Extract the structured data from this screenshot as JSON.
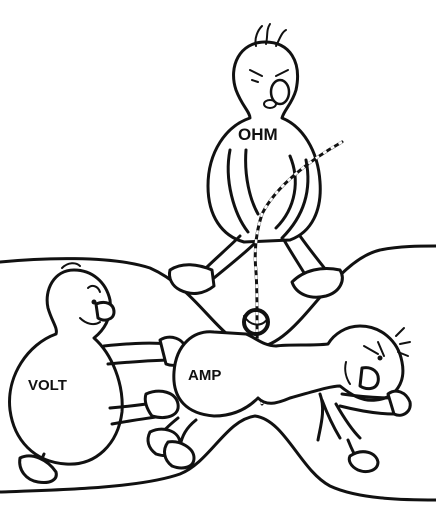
{
  "figure": {
    "characters": [
      {
        "label": "OHM"
      },
      {
        "label": "VOLT"
      },
      {
        "label": "AMP"
      }
    ]
  }
}
